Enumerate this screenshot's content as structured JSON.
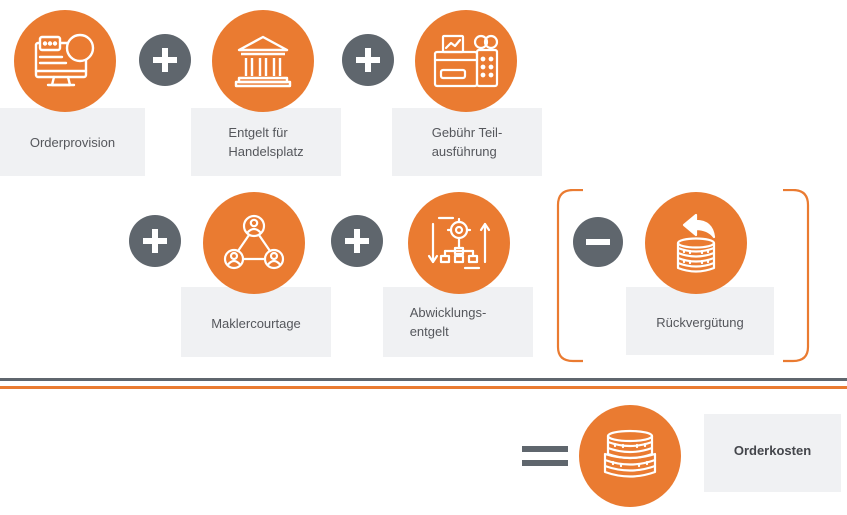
{
  "colors": {
    "orange": "#ea7b31",
    "gray": "#5f666d",
    "box": "#f0f1f3"
  },
  "items": [
    {
      "label": "Orderprovision",
      "icon": "monitor-chat-icon"
    },
    {
      "label": "Entgelt für\nHandelsplatz",
      "icon": "bank-building-icon"
    },
    {
      "label": "Gebühr Teil-\nausführung",
      "icon": "payment-terminal-icon"
    },
    {
      "label": "Maklercourtage",
      "icon": "network-people-icon"
    },
    {
      "label": "Abwicklungs-\nentgelt",
      "icon": "process-gear-icon"
    },
    {
      "label": "Rückvergütung",
      "icon": "coins-return-icon"
    }
  ],
  "operators": [
    "plus",
    "plus",
    "plus",
    "plus",
    "minus",
    "equals"
  ],
  "result": {
    "label": "Orderkosten",
    "icon": "coin-stack-icon"
  }
}
